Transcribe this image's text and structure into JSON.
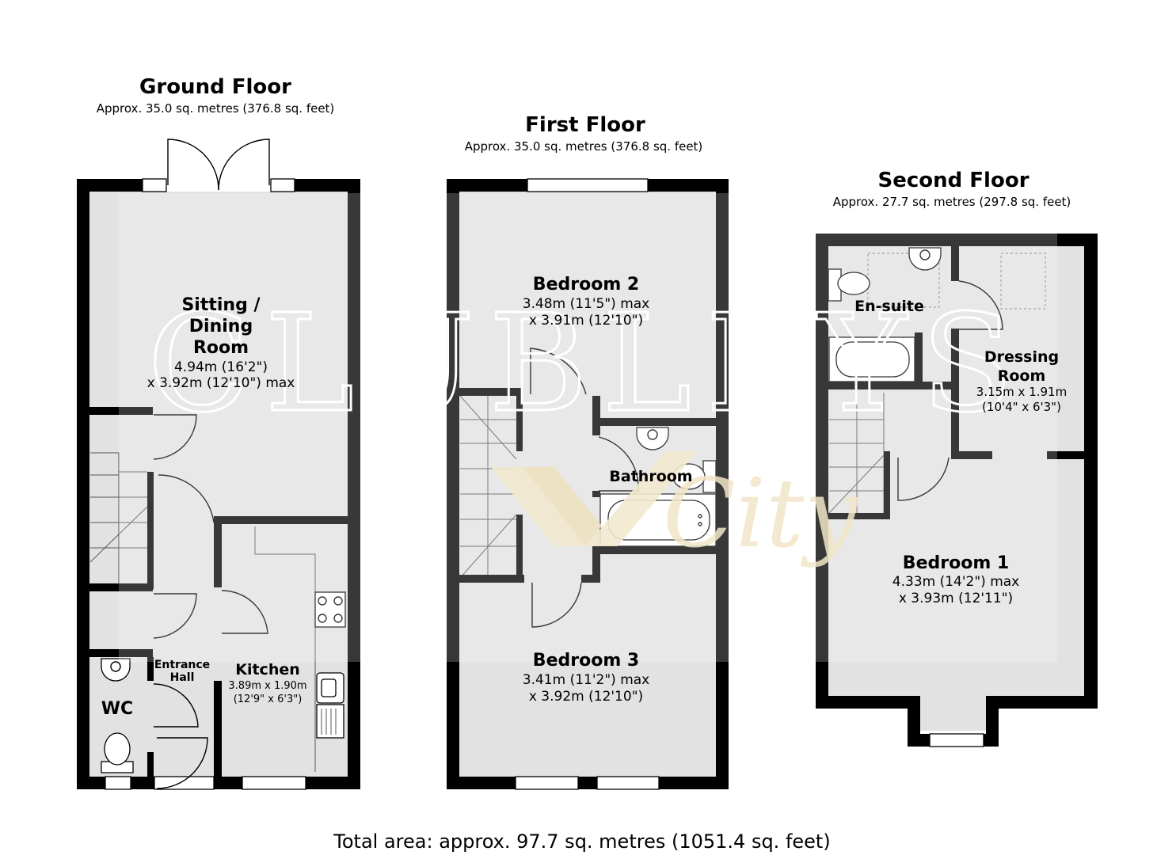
{
  "floors": {
    "ground": {
      "title": "Ground Floor",
      "area": "Approx. 35.0 sq. metres (376.8 sq. feet)",
      "rooms": {
        "sitting": {
          "name_l1": "Sitting /",
          "name_l2": "Dining",
          "name_l3": "Room",
          "dim_l1": "4.94m (16'2\")",
          "dim_l2": "x 3.92m (12'10\") max"
        },
        "kitchen": {
          "name": "Kitchen",
          "dim_l1": "3.89m x 1.90m",
          "dim_l2": "(12'9\" x 6'3\")"
        },
        "hall": {
          "name_l1": "Entrance",
          "name_l2": "Hall"
        },
        "wc": {
          "name": "WC"
        }
      }
    },
    "first": {
      "title": "First Floor",
      "area": "Approx. 35.0 sq. metres (376.8 sq. feet)",
      "rooms": {
        "bedroom2": {
          "name": "Bedroom 2",
          "dim_l1": "3.48m (11'5\") max",
          "dim_l2": "x 3.91m (12'10\")"
        },
        "bathroom": {
          "name": "Bathroom"
        },
        "bedroom3": {
          "name": "Bedroom 3",
          "dim_l1": "3.41m (11'2\") max",
          "dim_l2": "x 3.92m (12'10\")"
        }
      }
    },
    "second": {
      "title": "Second Floor",
      "area": "Approx. 27.7 sq. metres (297.8 sq. feet)",
      "rooms": {
        "ensuite": {
          "name": "En-suite"
        },
        "dressing": {
          "name_l1": "Dressing",
          "name_l2": "Room",
          "dim_l1": "3.15m x 1.91m",
          "dim_l2": "(10'4\" x 6'3\")"
        },
        "bedroom1": {
          "name": "Bedroom 1",
          "dim_l1": "4.33m (14'2\") max",
          "dim_l2": "x 3.93m (12'11\")"
        }
      }
    }
  },
  "watermark": {
    "brand": "CLUBLEYS",
    "sub": "City"
  },
  "total_area": "Total area: approx. 97.7 sq. metres (1051.4 sq. feet)"
}
